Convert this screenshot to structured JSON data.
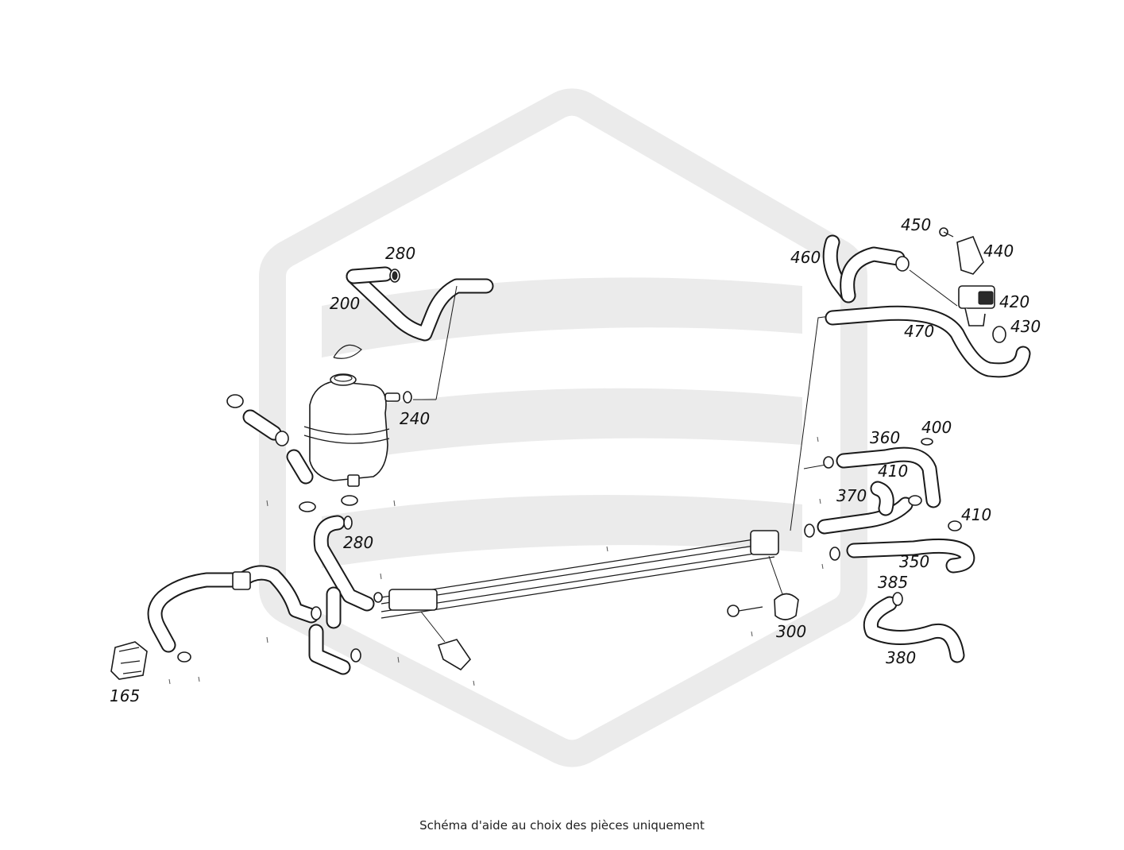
{
  "caption": "Schéma d'aide au choix des pièces uniquement",
  "callouts": {
    "p165": "165",
    "p200": "200",
    "p240": "240",
    "p280a": "280",
    "p280b": "280",
    "p300": "300",
    "p350": "350",
    "p360": "360",
    "p370": "370",
    "p380": "380",
    "p385": "385",
    "p400": "400",
    "p410a": "410",
    "p410b": "410",
    "p420": "420",
    "p430": "430",
    "p440": "440",
    "p450": "450",
    "p460": "460",
    "p470": "470"
  },
  "colors": {
    "line": "#1a1a1a",
    "watermark": "#ebebeb",
    "background": "#ffffff"
  }
}
